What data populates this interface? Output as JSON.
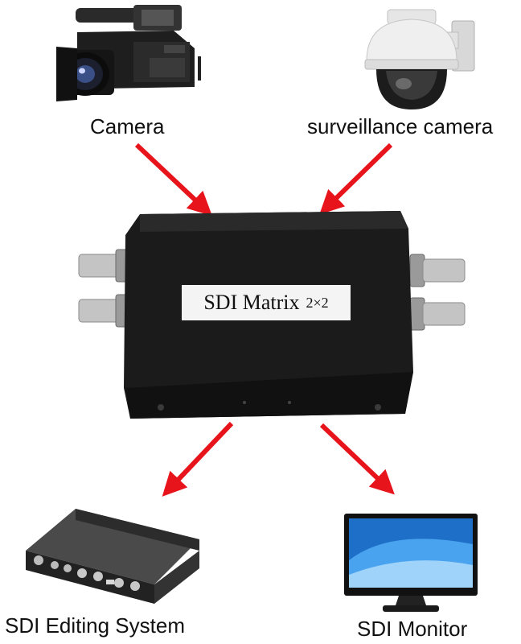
{
  "diagram": {
    "inputs": [
      {
        "label": "Camera",
        "icon": "camcorder-icon"
      },
      {
        "label": "surveillance camera",
        "icon": "dome-camera-icon"
      }
    ],
    "device": {
      "label_main": "SDI Matrix",
      "label_size": "2×2",
      "icon": "sdi-matrix-box"
    },
    "outputs": [
      {
        "label": "SDI Editing System",
        "icon": "editing-system-icon"
      },
      {
        "label": "SDI Monitor",
        "icon": "monitor-icon"
      }
    ],
    "colors": {
      "arrow": "#e8141c",
      "device_body": "#1a1a1a",
      "label_plate": "#f4f4f4",
      "connector": "#b8b8b8"
    }
  }
}
